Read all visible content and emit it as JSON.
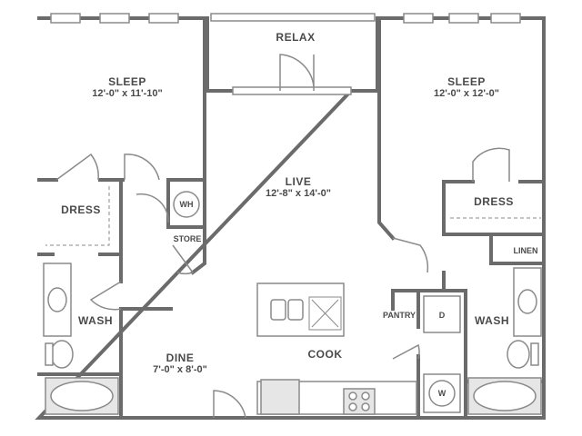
{
  "rooms": {
    "relax": {
      "name": "RELAX"
    },
    "sleep_left": {
      "name": "SLEEP",
      "size": "12'-0\" x 11'-10\""
    },
    "sleep_right": {
      "name": "SLEEP",
      "size": "12'-0\" x 12'-0\""
    },
    "live": {
      "name": "LIVE",
      "size": "12'-8\" x 14'-0\""
    },
    "dine": {
      "name": "DINE",
      "size": "7'-0\" x 8'-0\""
    },
    "cook": {
      "name": "COOK"
    },
    "dress_left": {
      "name": "DRESS"
    },
    "dress_right": {
      "name": "DRESS"
    },
    "wash_left": {
      "name": "WASH"
    },
    "wash_right": {
      "name": "WASH"
    },
    "store": {
      "name": "STORE"
    },
    "pantry": {
      "name": "PANTRY"
    },
    "linen": {
      "name": "LINEN"
    }
  },
  "fixtures": {
    "water_heater": "WH",
    "dryer": "D",
    "washer": "W"
  },
  "colors": {
    "wall": "#6b6b6b",
    "wall_dark": "#555555",
    "fixture": "#8a8a8a",
    "fill": "#e6e6e6",
    "text": "#4a4a4a"
  }
}
